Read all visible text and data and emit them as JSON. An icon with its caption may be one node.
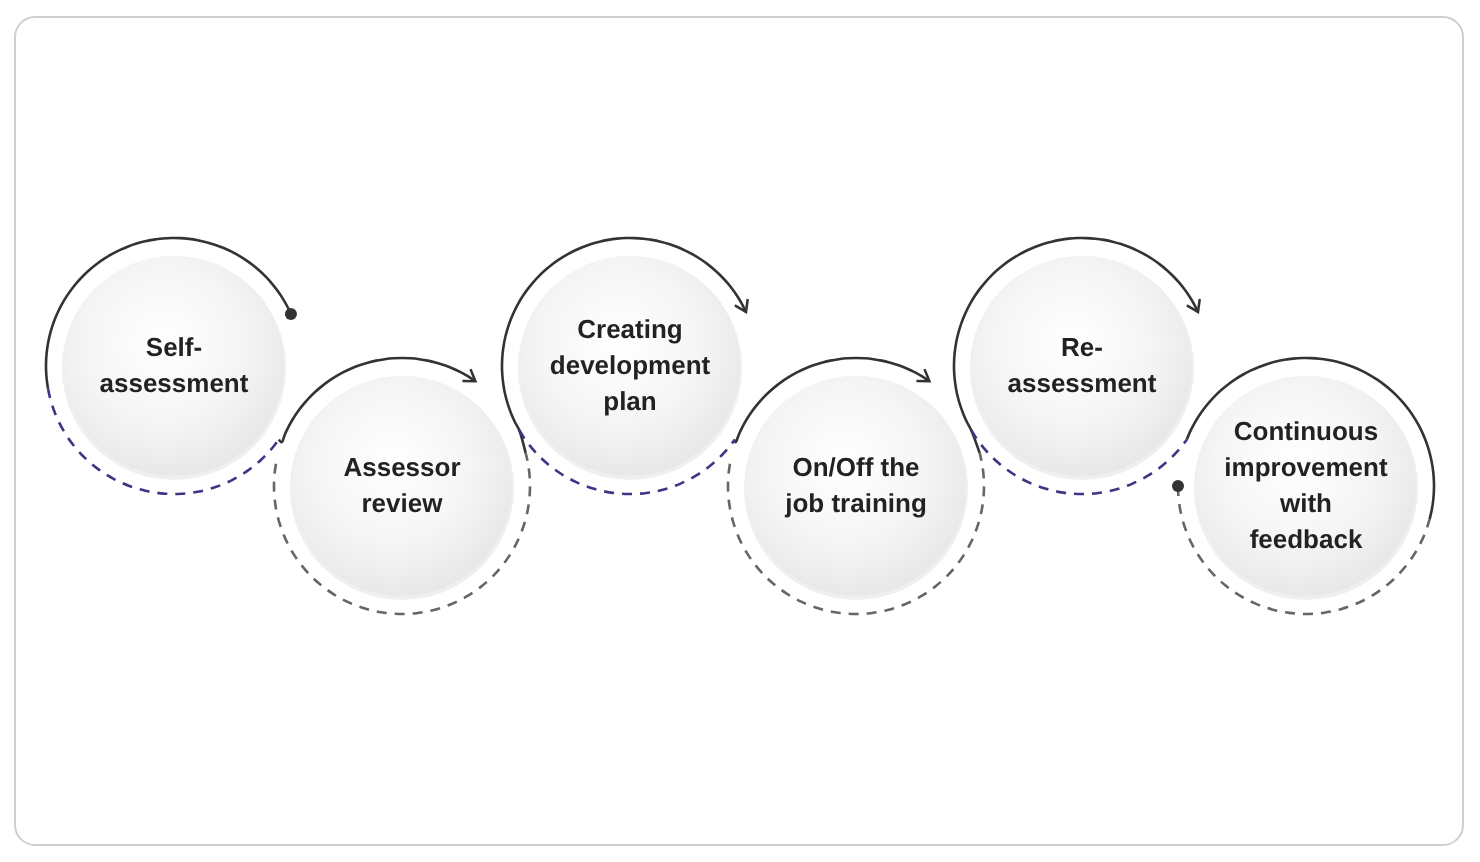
{
  "diagram": {
    "nodes": [
      {
        "text": [
          "Self-assessment"
        ]
      },
      {
        "text": [
          "Assessor review"
        ]
      },
      {
        "text": [
          "Creating development plan"
        ]
      },
      {
        "text": [
          "On/Off the job training"
        ]
      },
      {
        "text": [
          "Re-assessment"
        ]
      },
      {
        "text": [
          "Continuous improvement with feedback"
        ]
      }
    ],
    "edges": [
      {
        "from": 0,
        "to": 1,
        "arrow": "to"
      },
      {
        "from": 1,
        "to": 2,
        "arrow": "to"
      },
      {
        "from": 2,
        "to": 3,
        "arrow": "to"
      },
      {
        "from": 3,
        "to": 4,
        "arrow": "to"
      },
      {
        "from": 4,
        "to": 5,
        "arrow": "none"
      }
    ]
  }
}
